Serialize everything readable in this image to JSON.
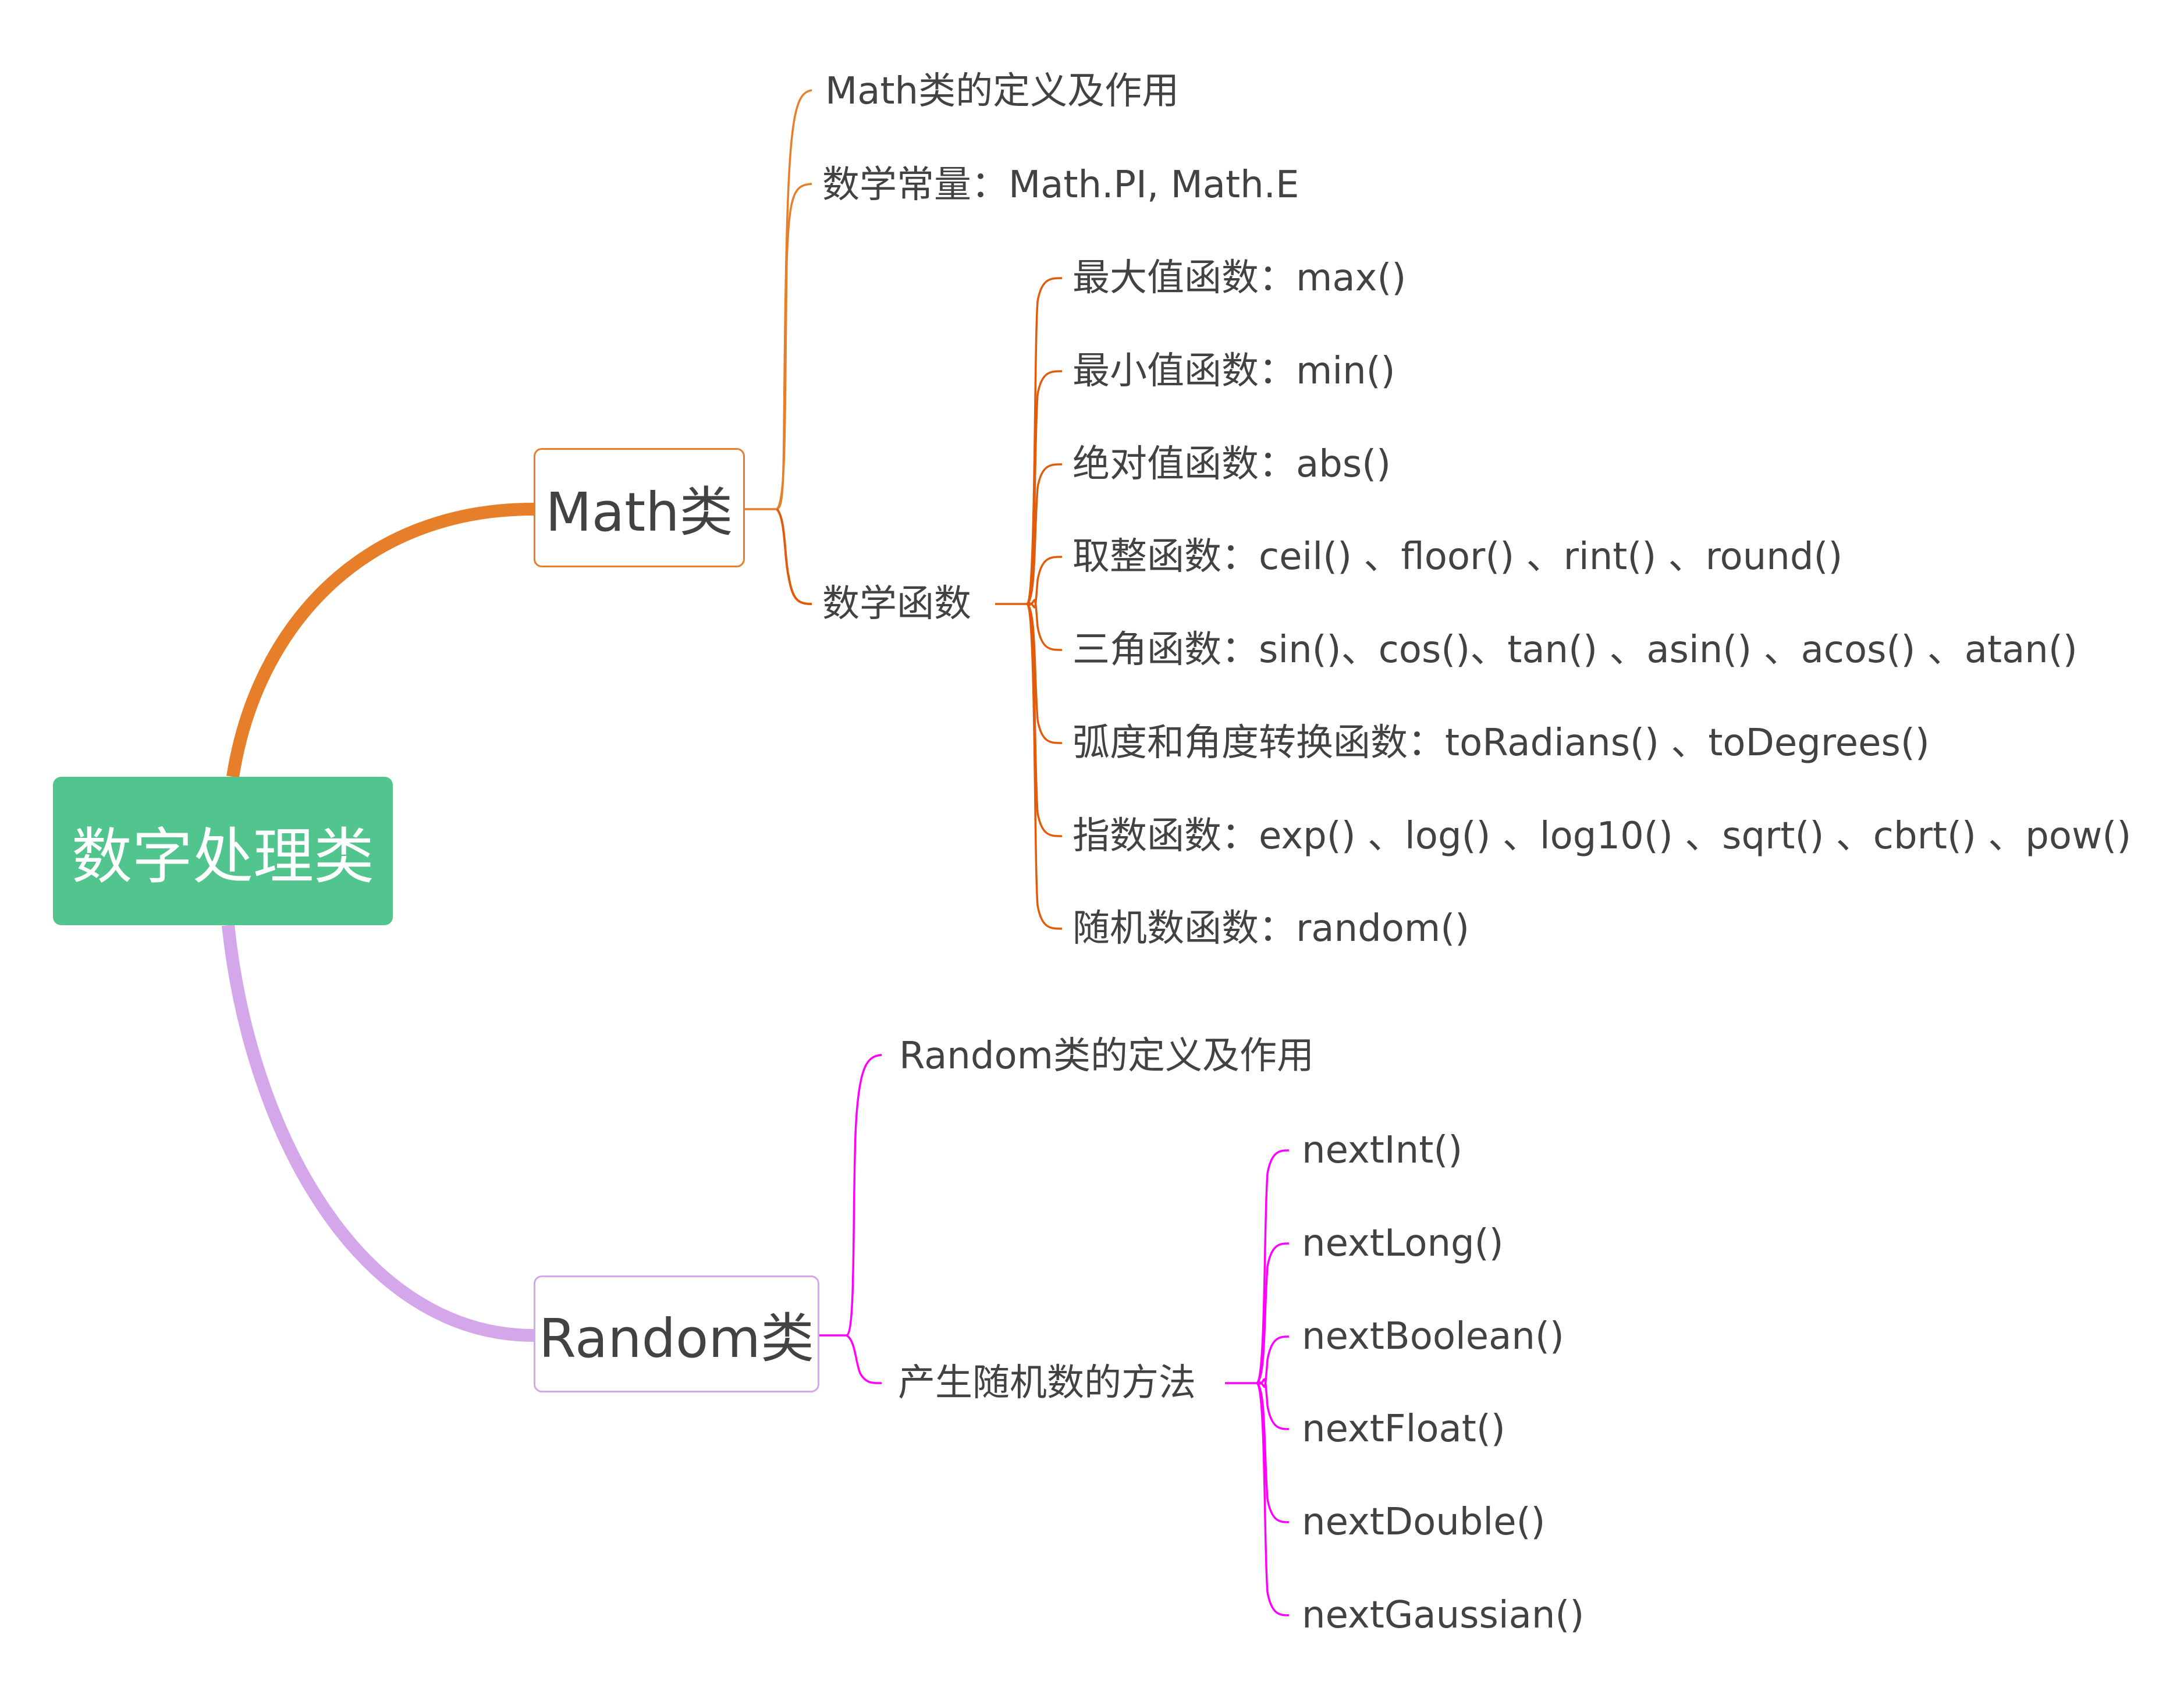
{
  "root": {
    "label": "数字处理类",
    "color": "#52C48E"
  },
  "branches": [
    {
      "label": "Math类",
      "color": "#E77F2A",
      "line_color": "#E25B0B",
      "children": [
        {
          "label": "Math类的定义及作用"
        },
        {
          "label": "数学常量：Math.PI, Math.E"
        },
        {
          "label": "数学函数",
          "children": [
            {
              "label": "最大值函数：max()"
            },
            {
              "label": "最小值函数：min()"
            },
            {
              "label": "绝对值函数：abs()"
            },
            {
              "label": "取整函数：ceil() 、floor() 、rint() 、round()"
            },
            {
              "label": "三角函数：sin()、cos()、tan() 、asin() 、acos() 、atan()"
            },
            {
              "label": "弧度和角度转换函数：toRadians() 、toDegrees()"
            },
            {
              "label": "指数函数：exp() 、log() 、log10() 、sqrt() 、cbrt() 、pow()"
            },
            {
              "label": "随机数函数：random()"
            }
          ]
        }
      ]
    },
    {
      "label": "Random类",
      "color": "#D4A6EA",
      "line_color": "#FF00FF",
      "children": [
        {
          "label": "Random类的定义及作用"
        },
        {
          "label": "产生随机数的方法",
          "children": [
            {
              "label": "nextInt()"
            },
            {
              "label": "nextLong()"
            },
            {
              "label": "nextBoolean()"
            },
            {
              "label": "nextFloat()"
            },
            {
              "label": "nextDouble()"
            },
            {
              "label": "nextGaussian()"
            }
          ]
        }
      ]
    }
  ]
}
